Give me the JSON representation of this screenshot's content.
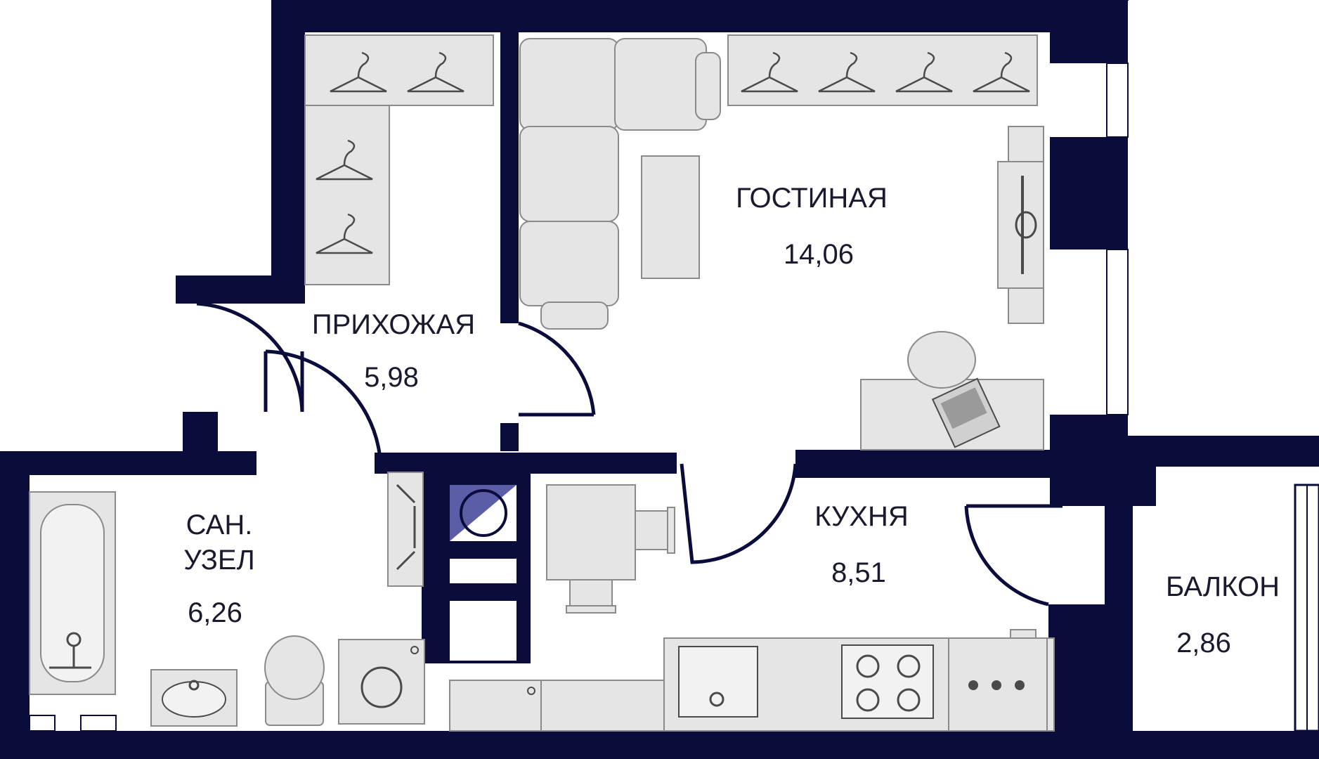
{
  "rooms": {
    "living": {
      "name": "ГОСТИНАЯ",
      "area": "14,06"
    },
    "hallway": {
      "name": "ПРИХОЖАЯ",
      "area": "5,98"
    },
    "bathroom": {
      "name_line1": "САН.",
      "name_line2": "УЗЕЛ",
      "area": "6,26"
    },
    "kitchen": {
      "name": "КУХНЯ",
      "area": "8,51"
    },
    "balcony": {
      "name": "БАЛКОН",
      "area": "2,86"
    }
  },
  "colors": {
    "wall": "#0a0d3c",
    "furniture": "#e5e5e5",
    "accent": "#5b5ea6"
  }
}
